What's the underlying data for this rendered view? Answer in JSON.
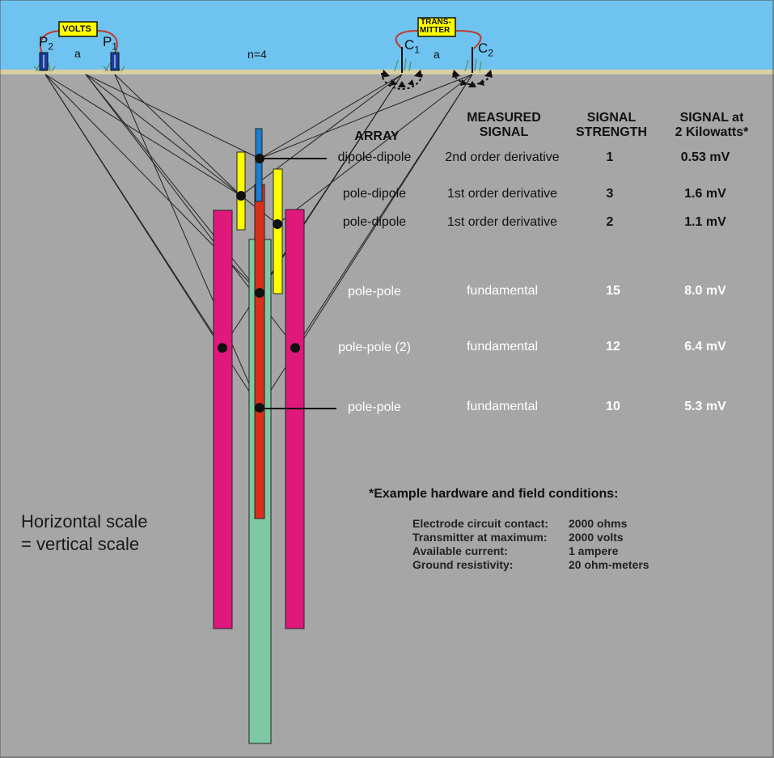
{
  "surface": {
    "volts_label": "VOLTS",
    "transmitter_label_1": "TRANS-",
    "transmitter_label_2": "MITTER",
    "p2": "P",
    "p2_sub": "2",
    "p1": "P",
    "p1_sub": "1",
    "c1": "C",
    "c1_sub": "1",
    "c2": "C",
    "c2_sub": "2",
    "spacing_left": "a",
    "spacing_right": "a",
    "n_label": "n=4"
  },
  "table": {
    "headers": {
      "array": "ARRAY",
      "measured_1": "MEASURED",
      "measured_2": "SIGNAL",
      "strength_1": "SIGNAL",
      "strength_2": "STRENGTH",
      "at2kw_1": "SIGNAL at",
      "at2kw_2": "2 Kilowatts*"
    },
    "rows": [
      {
        "array": "dipole-dipole",
        "signal": "2nd order derivative",
        "strength": "1",
        "mv": "0.53 mV"
      },
      {
        "array": "pole-dipole",
        "signal": "1st order derivative",
        "strength": "3",
        "mv": "1.6 mV"
      },
      {
        "array": "pole-dipole",
        "signal": "1st order derivative",
        "strength": "2",
        "mv": "1.1 mV"
      },
      {
        "array": "pole-pole",
        "signal": "fundamental",
        "strength": "15",
        "mv": "8.0 mV"
      },
      {
        "array": "pole-pole (2)",
        "signal": "fundamental",
        "strength": "12",
        "mv": "6.4 mV"
      },
      {
        "array": "pole-pole",
        "signal": "fundamental",
        "strength": "10",
        "mv": "5.3 mV"
      }
    ]
  },
  "notes": {
    "title": "*Example hardware and field conditions:",
    "items": [
      {
        "label": "Electrode circuit contact:",
        "value": "2000 ohms"
      },
      {
        "label": "Transmitter at maximum:",
        "value": "2000 volts"
      },
      {
        "label": "Available current:",
        "value": "1 ampere"
      },
      {
        "label": "Ground resistivity:",
        "value": "20 ohm-meters"
      }
    ]
  },
  "scale_note": {
    "line1": "Horizontal scale",
    "line2": "= vertical scale"
  },
  "colors": {
    "sky": "#6ec3f0",
    "ground": "#a6a6a6",
    "surface_line": "#d9cfa3",
    "magenta": "#e0187c",
    "yellow": "#ffff00",
    "blue": "#1a7fd0",
    "red": "#d8301c",
    "green": "#7ec9a4"
  }
}
